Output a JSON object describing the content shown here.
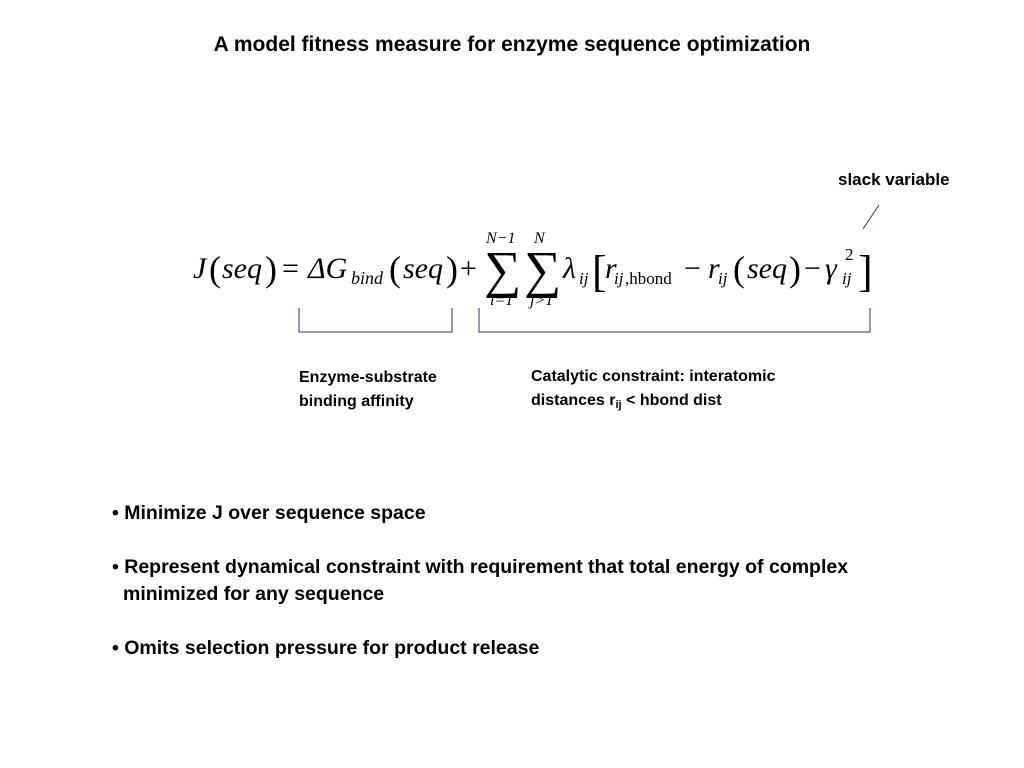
{
  "slide": {
    "title": "A model fitness measure for enzyme sequence optimization"
  },
  "formula": {
    "J": "J",
    "open1": "(",
    "seq1": "seq",
    "close1": ")",
    "eq": "=",
    "delta_G": "ΔG",
    "bind": "bind",
    "open2": "(",
    "seq2": "seq",
    "close2": ")",
    "plus": "+",
    "sum1_sym": "∑",
    "sum1_upper": "N−1",
    "sum1_lower": "i=1",
    "sum2_sym": "∑",
    "sum2_upper": "N",
    "sum2_lower": "j>1",
    "lambda": "λ",
    "lambda_sub": "ij",
    "lbracket": "[",
    "r1": "r",
    "r1_sub": "ij",
    "r1_sub2": ",hbond",
    "minus1": "−",
    "r2": "r",
    "r2_sub": "ij",
    "open3": "(",
    "seq3": "seq",
    "close3": ")",
    "minus2": "−",
    "gamma": "γ",
    "gamma_sup": "2",
    "gamma_sub": "ij",
    "rbracket": "]"
  },
  "annotations": {
    "slack": "slack variable",
    "binding_line1": "Enzyme-substrate",
    "binding_line2": "binding affinity",
    "catalytic_line1": "Catalytic constraint: interatomic",
    "catalytic_line2_pre": "distances r",
    "catalytic_line2_sub": "ij",
    "catalytic_line2_post": " < hbond dist"
  },
  "bullets": [
    {
      "marker": "•",
      "text": " Minimize J over sequence space"
    },
    {
      "marker": "•",
      "text": " Represent dynamical constraint with requirement that total energy of complex",
      "cont": "minimized for any sequence"
    },
    {
      "marker": "•",
      "text": " Omits selection pressure for product release"
    }
  ],
  "colors": {
    "bracket": "#1f2f8f",
    "text": "#000000"
  }
}
